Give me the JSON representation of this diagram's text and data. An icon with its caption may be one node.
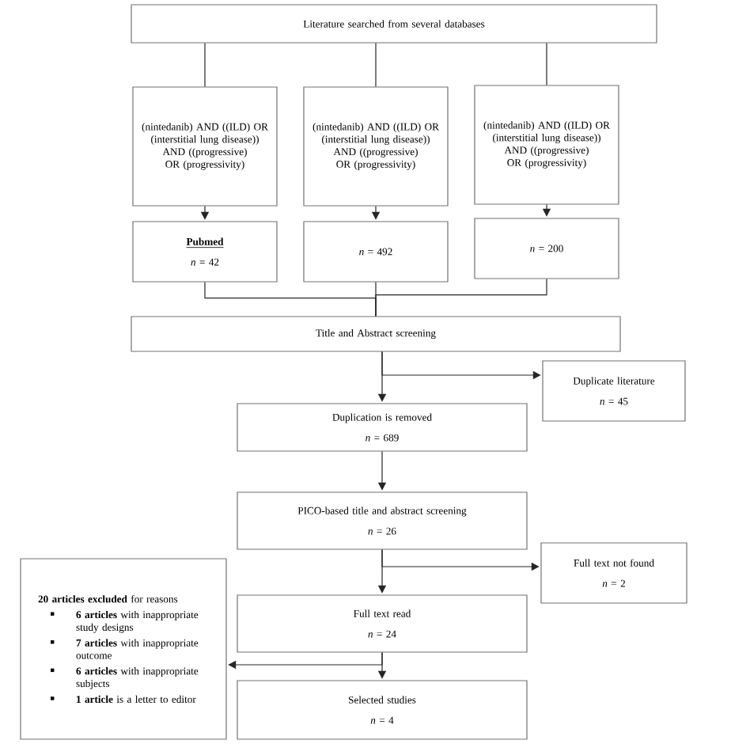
{
  "diagram": {
    "nodes": [
      {
        "text": [
          "Literature searched from several databases"
        ]
      },
      {
        "text": [
          "(nintedanib) AND ((ILD) OR (interstitial lung disease)) AND ((progressive) OR (progressivity)"
        ]
      },
      {
        "text": [
          "(nintedanib) AND ((ILD) OR (interstitial lung disease)) AND ((progressive) OR (progressivity)"
        ]
      },
      {
        "text": [
          "(nintedanib) AND ((ILD) OR (interstitial lung disease)) AND ((progressive) OR (progressivity)"
        ]
      },
      {
        "text": [
          "Pubmed",
          "*n* = 42"
        ]
      },
      {
        "text": [
          "*n* = 492"
        ]
      },
      {
        "text": [
          "*n* = 200"
        ]
      },
      {
        "text": [
          "Title and Abstract screening"
        ]
      },
      {
        "text": [
          "Duplication is removed",
          "*n* = 689"
        ]
      },
      {
        "text": [
          "Duplicate literature",
          "*n* = 45"
        ]
      },
      {
        "text": [
          "PICO-based title and abstract screening",
          "*n* = 26"
        ]
      },
      {
        "text": [
          "Full text not found",
          "*n* = 2"
        ]
      },
      {
        "text": [
          "**20 articles excluded** for reasons",
          "**6 articles** with inappropriate study designs",
          "**7 articles** with inappropriate outcome",
          "**6 articles** with inappropriate subjects",
          "**1 article** is a letter to editor"
        ]
      },
      {
        "text": [
          "Full text read",
          "*n* = 24"
        ]
      },
      {
        "text": [
          "Selected studies",
          "*n* = 4"
        ]
      }
    ],
    "edges": [
      {
        "from": 0,
        "to": 1,
        "arrow": "none"
      },
      {
        "from": 0,
        "to": 2,
        "arrow": "none"
      },
      {
        "from": 0,
        "to": 3,
        "arrow": "none"
      },
      {
        "from": 1,
        "to": 4,
        "arrow": "to"
      },
      {
        "from": 2,
        "to": 5,
        "arrow": "to"
      },
      {
        "from": 3,
        "to": 6,
        "arrow": "to"
      },
      {
        "from": 4,
        "to": 7,
        "arrow": "none"
      },
      {
        "from": 5,
        "to": 7,
        "arrow": "none"
      },
      {
        "from": 6,
        "to": 7,
        "arrow": "none"
      },
      {
        "from": 7,
        "to": 8,
        "arrow": "to"
      },
      {
        "from": 7,
        "to": 9,
        "arrow": "to"
      },
      {
        "from": 8,
        "to": 10,
        "arrow": "to"
      },
      {
        "from": 10,
        "to": 11,
        "arrow": "to"
      },
      {
        "from": 10,
        "to": 13,
        "arrow": "to"
      },
      {
        "from": 13,
        "to": 12,
        "arrow": "to"
      },
      {
        "from": 13,
        "to": 14,
        "arrow": "to"
      }
    ]
  }
}
